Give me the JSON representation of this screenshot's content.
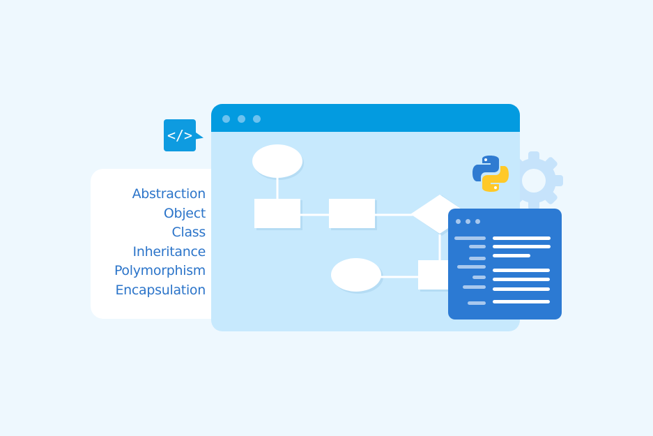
{
  "concepts": {
    "items": [
      "Abstraction",
      "Object",
      "Class",
      "Inheritance",
      "Polymorphism",
      "Encapsulation"
    ]
  },
  "code_badge": {
    "label": "</>",
    "icon": "code-tag-icon"
  },
  "icons": {
    "python": "python-logo-icon",
    "gear": "gear-icon"
  },
  "colors": {
    "background": "#eef8fe",
    "concept_text": "#2b74c9",
    "window_titlebar": "#039be0",
    "window_body": "#c7e9fd",
    "code_window": "#2c7ad3",
    "python_blue": "#2f7bd1",
    "python_yellow": "#ffc928"
  }
}
